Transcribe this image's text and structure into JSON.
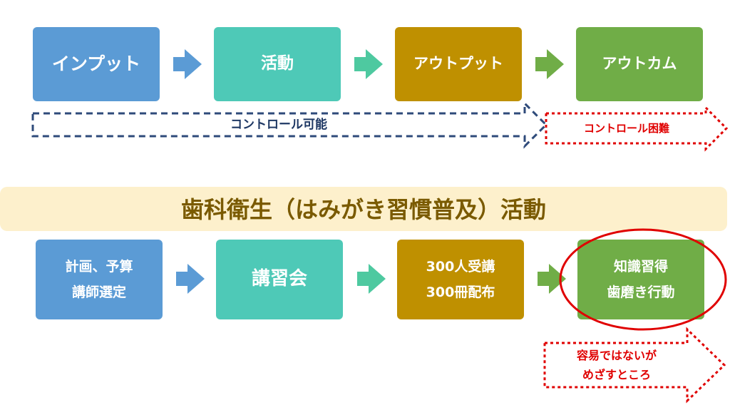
{
  "colors": {
    "blue": "#5b9bd5",
    "teal": "#4ec9b7",
    "gold": "#bf9000",
    "green": "#70ad47",
    "navy": "#2e4a7a",
    "red": "#e00000",
    "banner_bg": "#fdf0cc",
    "banner_text": "#7a5a00",
    "arrow_blue": "#5b9bd5",
    "arrow_teal": "#4ec9a0",
    "arrow_green": "#70ad47"
  },
  "top_flow": {
    "steps": [
      "インプット",
      "活動",
      "アウトプット",
      "アウトカム"
    ],
    "controllable_label": "コントロール可能",
    "uncontrollable_label": "コントロール困難"
  },
  "banner": {
    "title": "歯科衛生（はみがき習慣普及）活動"
  },
  "bottom_flow": {
    "step1": {
      "line1": "計画、予算",
      "line2": "講師選定"
    },
    "step2": {
      "line1": "講習会"
    },
    "step3": {
      "line1": "300人受講",
      "line2": "300冊配布"
    },
    "step4": {
      "line1": "知識習得",
      "line2": "歯磨き行動"
    },
    "note": {
      "line1": "容易ではないが",
      "line2": "めざすところ"
    }
  }
}
